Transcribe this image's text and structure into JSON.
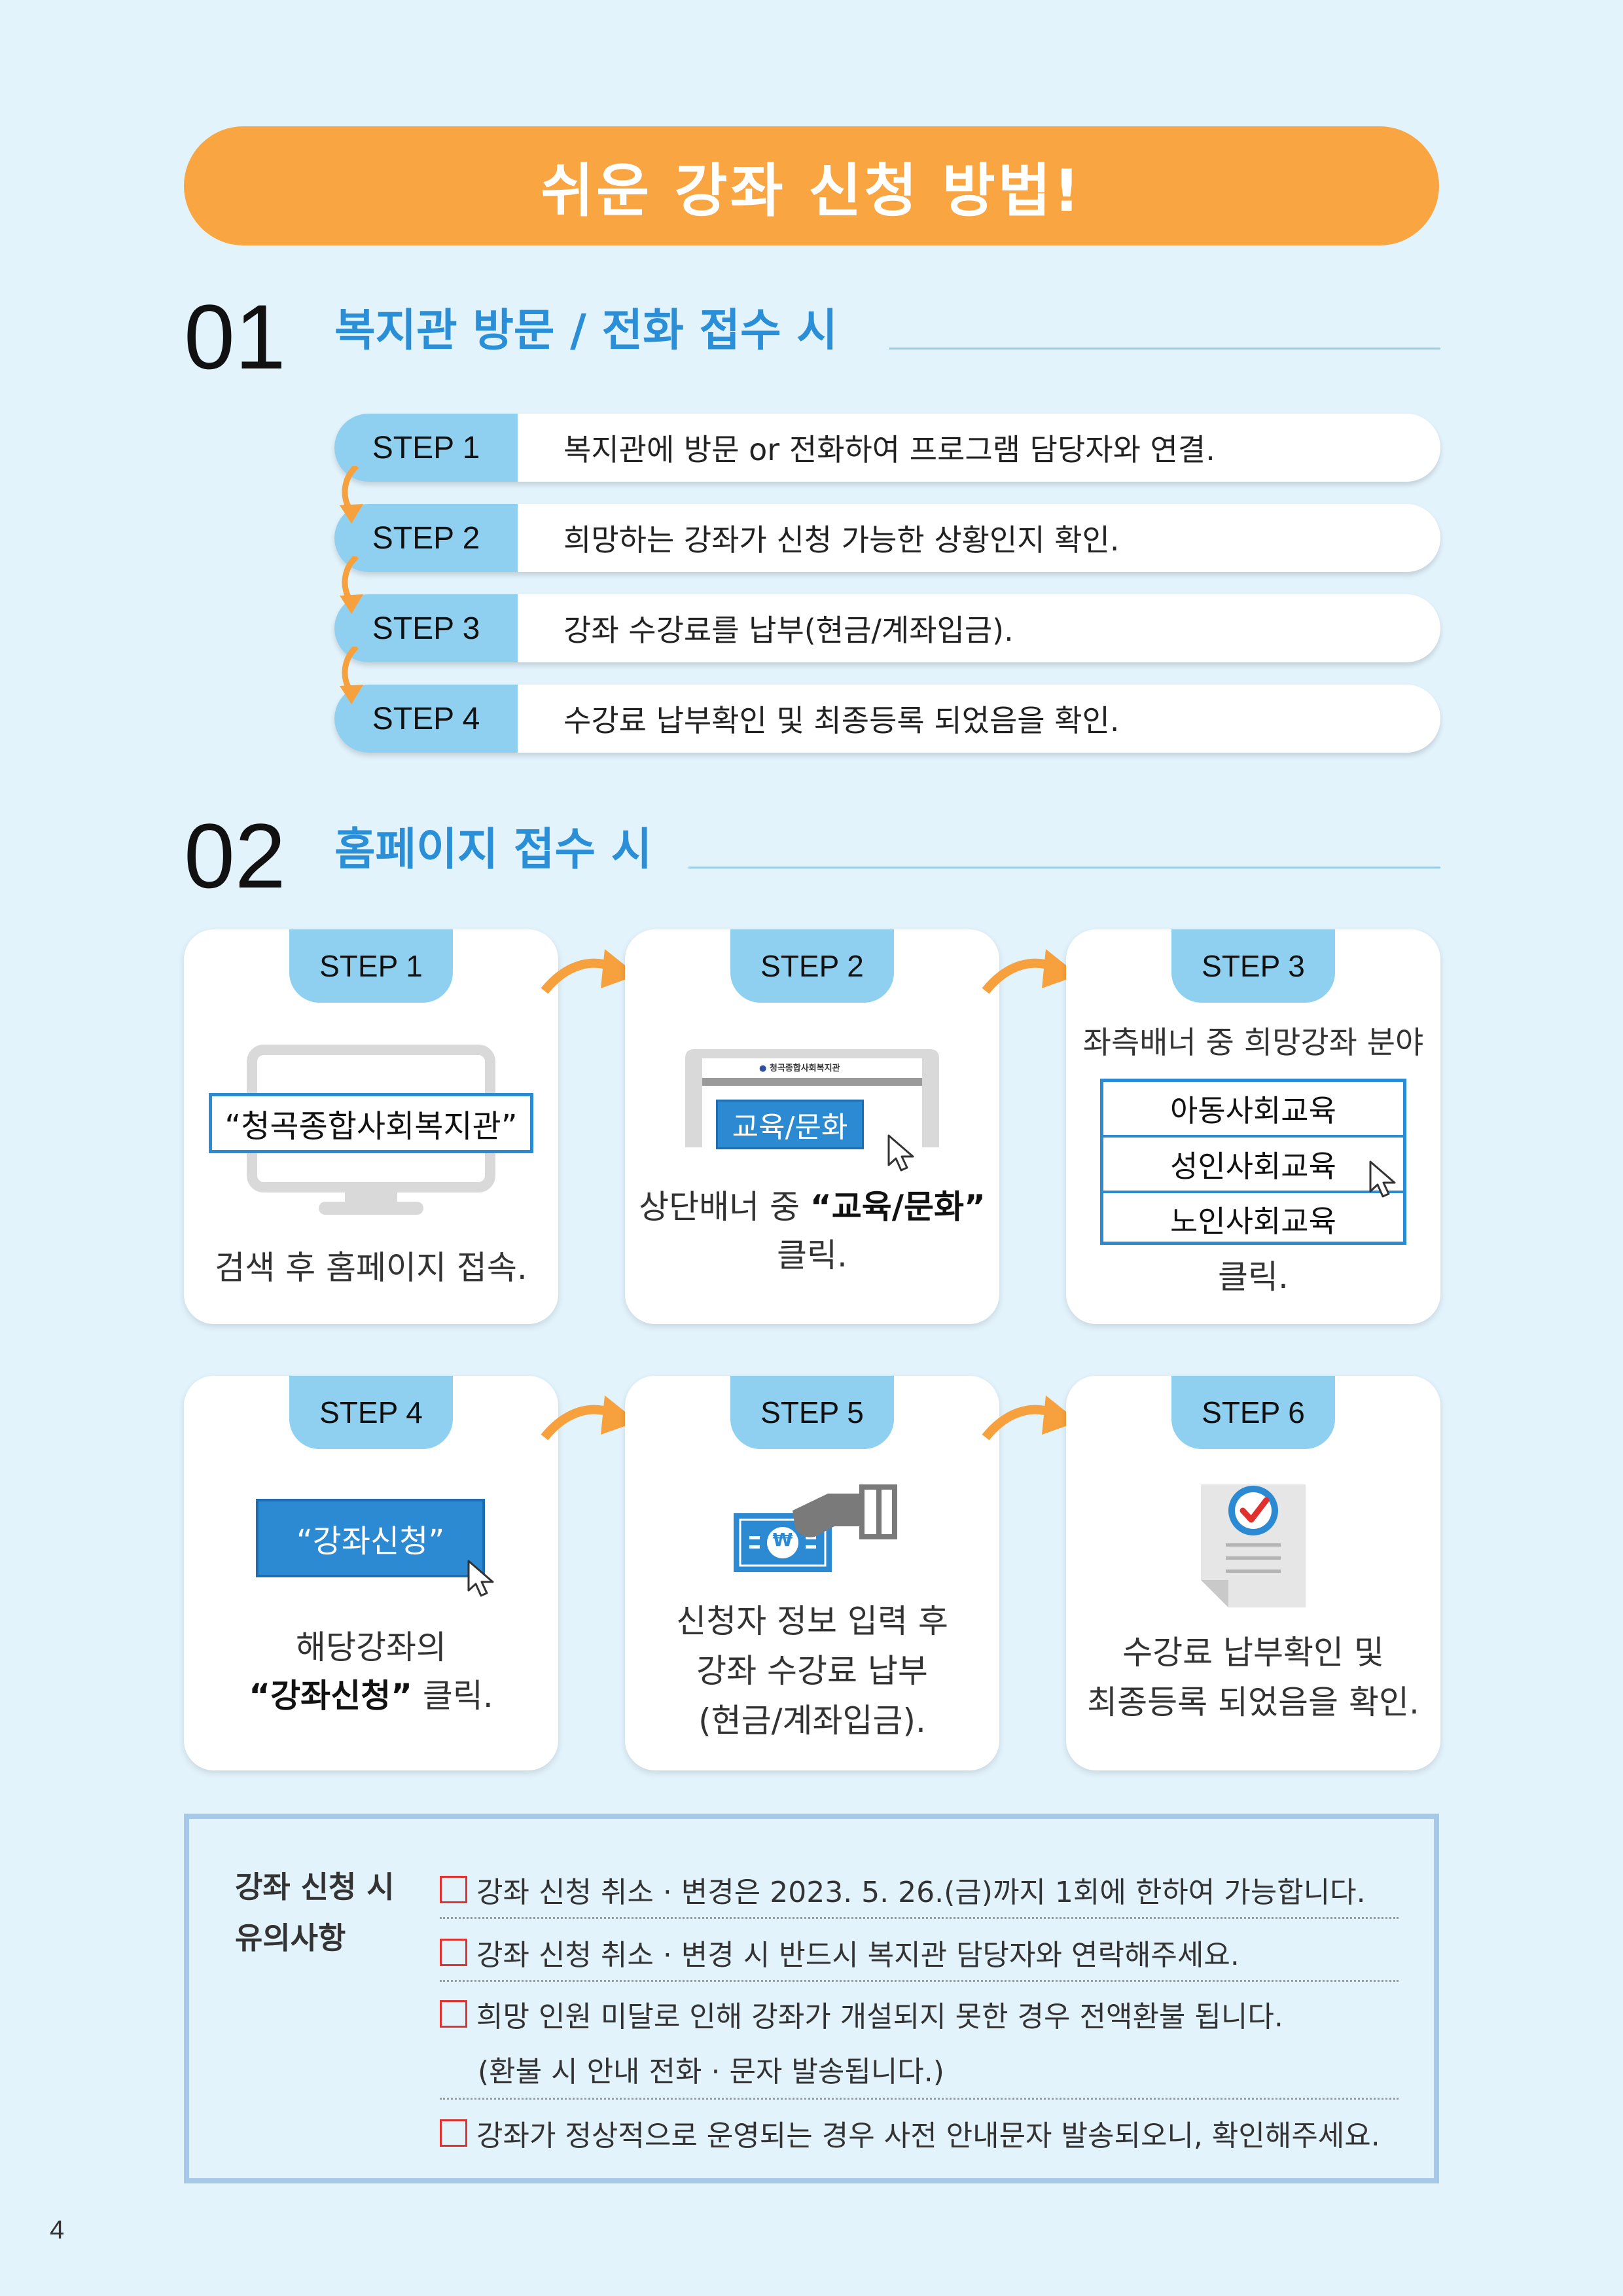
{
  "banner": {
    "title": "쉬운 강좌 신청 방법!"
  },
  "section1": {
    "number": "01",
    "title": "복지관 방문 / 전화 접수 시",
    "steps": [
      {
        "label": "STEP  1",
        "text": "복지관에 방문 or 전화하여 프로그램 담당자와 연결."
      },
      {
        "label": "STEP  2",
        "text": "희망하는 강좌가 신청 가능한 상황인지 확인."
      },
      {
        "label": "STEP  3",
        "text": "강좌 수강료를 납부(현금/계좌입금)."
      },
      {
        "label": "STEP  4",
        "text": "수강료 납부확인 및 최종등록 되었음을 확인."
      }
    ]
  },
  "section2": {
    "number": "02",
    "title": "홈페이지 접수 시",
    "cards": [
      {
        "label": "STEP  1",
        "search": "“청곡종합사회복지관”",
        "text1": "검색 후 홈페이지 접속."
      },
      {
        "label": "STEP  2",
        "site_name": "청곡종합사회복지관",
        "menu": "교육/문화",
        "text_pre": "상단배너 중 ",
        "text_bold": "“교육/문화”",
        "text2": "클릭."
      },
      {
        "label": "STEP  3",
        "caption": "좌측배너 중 희망강좌 분야",
        "options": [
          "아동사회교육",
          "성인사회교육",
          "노인사회교육"
        ],
        "text2": "클릭."
      },
      {
        "label": "STEP  4",
        "button": "“강좌신청”",
        "text1": "해당강좌의",
        "text_bold": "“강좌신청”",
        "text_post": " 클릭."
      },
      {
        "label": "STEP  5",
        "currency": "₩",
        "lines": [
          "신청자 정보 입력 후",
          "강좌 수강료 납부",
          "(현금/계좌입금)."
        ]
      },
      {
        "label": "STEP  6",
        "lines": [
          "수강료 납부확인 및",
          "최종등록 되었음을 확인."
        ]
      }
    ]
  },
  "notice": {
    "title_lines": [
      "강좌 신청 시",
      "유의사항"
    ],
    "items": [
      "강좌 신청 취소 · 변경은 2023. 5. 26.(금)까지 1회에 한하여 가능합니다.",
      "강좌 신청 취소 · 변경 시 반드시 복지관 담당자와 연락해주세요.",
      "희망 인원 미달로 인해 강좌가 개설되지 못한 경우 전액환불 됩니다.",
      "(환불 시 안내 전화 · 문자 발송됩니다.)",
      "강좌가 정상적으로 운영되는 경우 사전 안내문자 발송되오니, 확인해주세요."
    ]
  },
  "page_number": "4",
  "colors": {
    "background": "#e3f3fc",
    "banner": "#f9a541",
    "title_blue": "#2a8fd6",
    "step_tab": "#8fd0f0",
    "menu_blue": "#2c8ad3",
    "checkbox_red": "#e0312e",
    "arrow_orange": "#f6a13d"
  }
}
